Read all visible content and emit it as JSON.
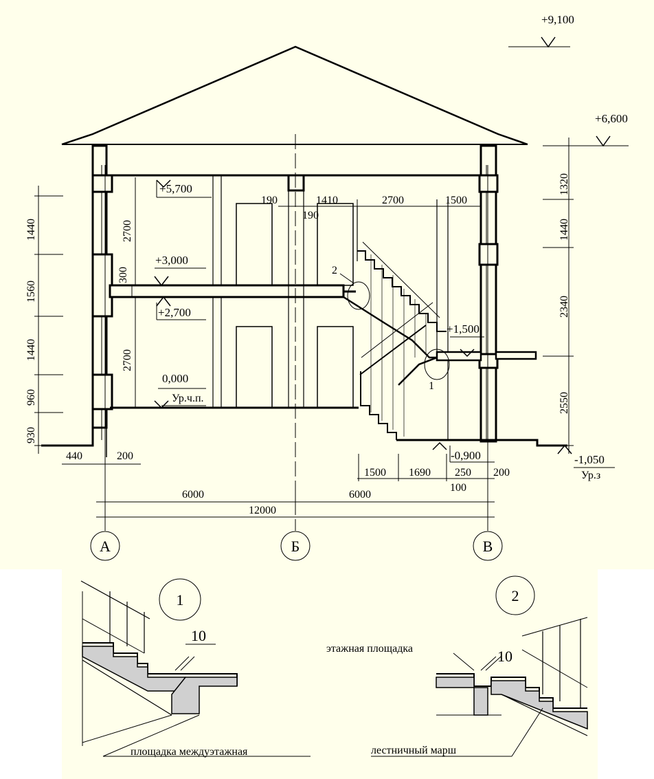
{
  "colors": {
    "background": "#ffffeb",
    "ink": "#000000",
    "hatch": "#d0d0d0"
  },
  "levels": [
    {
      "id": "roof_top",
      "text": "+9,100"
    },
    {
      "id": "eaves",
      "text": "+6,600"
    },
    {
      "id": "ceiling_2",
      "text": "+5,700"
    },
    {
      "id": "floor_2",
      "text": "+3,000"
    },
    {
      "id": "ceiling_1",
      "text": "+2,700"
    },
    {
      "id": "floor_1",
      "text": "0,000"
    },
    {
      "id": "floor_1_note",
      "text": "Ур.ч.п."
    },
    {
      "id": "landing",
      "text": "+1,500"
    },
    {
      "id": "basement",
      "text": "-0,900"
    },
    {
      "id": "ground",
      "text": "-1,050"
    },
    {
      "id": "ground_note",
      "text": "Ур.з"
    }
  ],
  "dims": {
    "left_chain": [
      "1440",
      "1560",
      "1440",
      "960",
      "930"
    ],
    "right_chain": [
      "1320",
      "1440",
      "2340",
      "2550"
    ],
    "room_heights": [
      "2700",
      "2700"
    ],
    "slab": "300",
    "bottom_wall": [
      "440",
      "200"
    ],
    "bays": [
      "6000",
      "6000"
    ],
    "total": "12000",
    "top_row": [
      "190",
      "190",
      "1410",
      "2700",
      "1500"
    ],
    "stair_bottom": [
      "1500",
      "1690",
      "250",
      "200",
      "100"
    ]
  },
  "axes": [
    "А",
    "Б",
    "В"
  ],
  "callouts": [
    "1",
    "2"
  ],
  "details": {
    "detail1": {
      "num": "1",
      "dim": "10",
      "label": "площадка междуэтажная"
    },
    "detail2": {
      "num": "2",
      "dim": "10",
      "label_top": "этажная площадка",
      "label_bottom": "лестничный марш"
    }
  }
}
